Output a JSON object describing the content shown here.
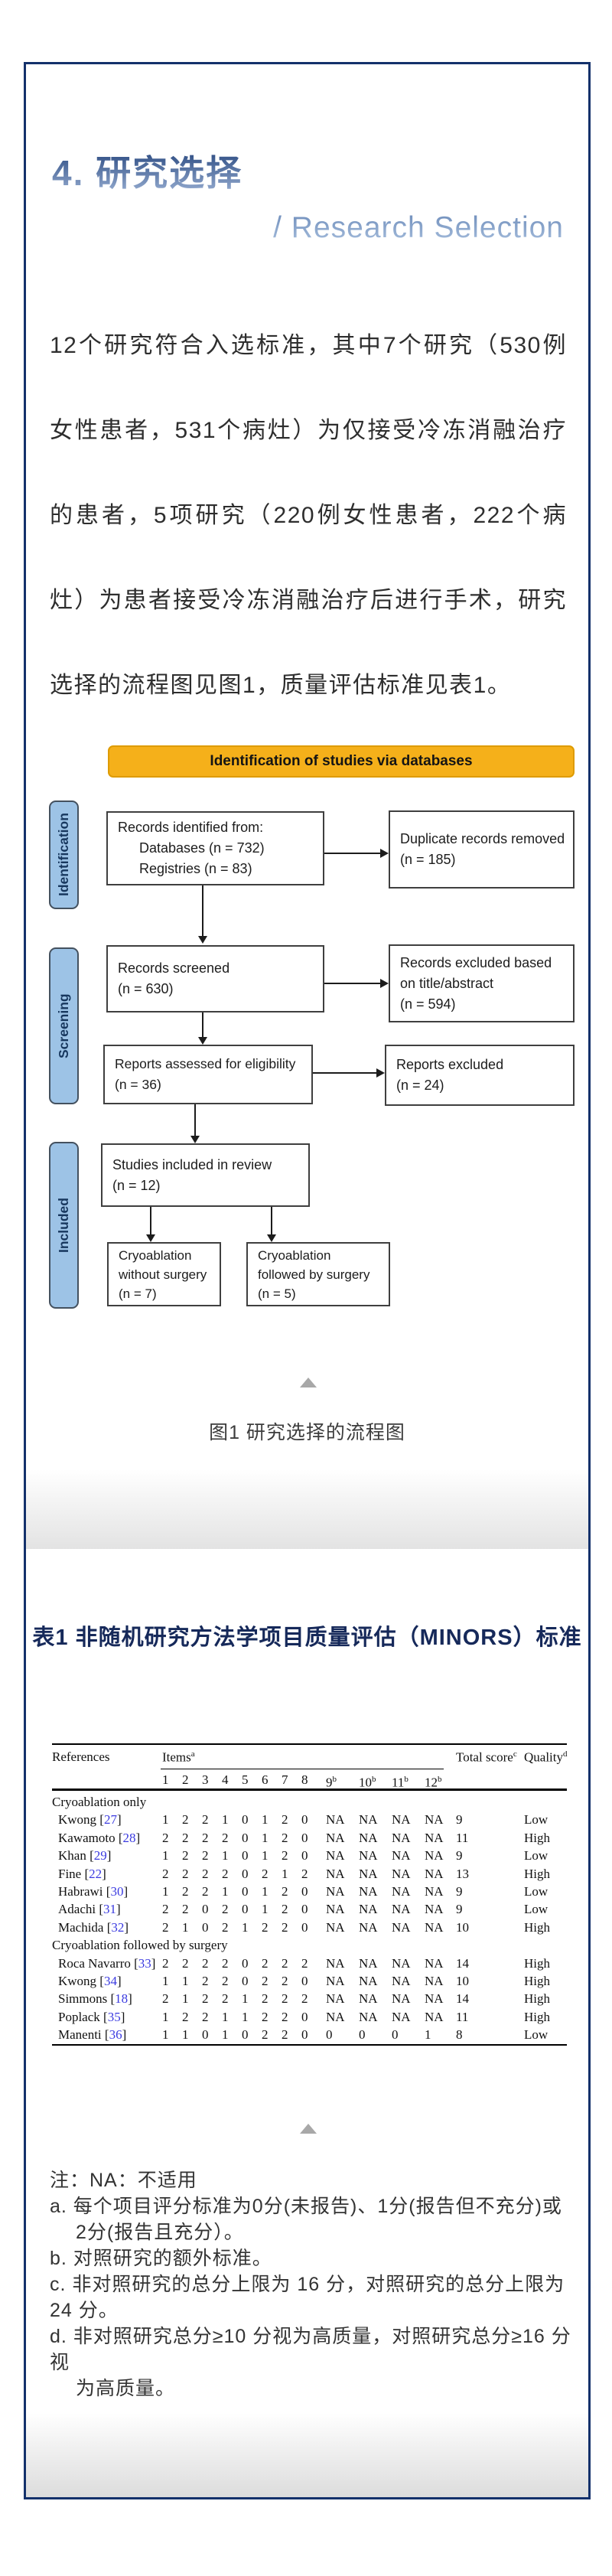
{
  "page": {
    "section_title": "4. 研究选择",
    "section_subtitle": "/ Research Selection",
    "paragraph": "12个研究符合入选标准，其中7个研究（530例女性患者，531个病灶）为仅接受冷冻消融治疗的患者，5项研究（220例女性患者，222个病灶）为患者接受冷冻消融治疗后进行手术，研究选择的流程图见图1，质量评估标准见表1。"
  },
  "colors": {
    "frame_border": "#14316b",
    "title_gradient_top": "#24447c",
    "title_gradient_bottom": "#9db3d6",
    "subtitle_blue": "#7f9cc4",
    "flow_header_bg": "#F5B01A",
    "flow_header_border": "#DE9B00",
    "stage_label_bg": "#9DC3E6",
    "stage_label_text": "#17375E",
    "reference_link_blue": "#3a3ae0",
    "table_title_navy": "#16295a",
    "triangle_gray": "#a8a8a8"
  },
  "flowchart": {
    "header": "Identification of studies via databases",
    "stage_labels": [
      "Identification",
      "Screening",
      "Included"
    ],
    "boxes": {
      "identified": [
        "Records identified from:",
        "Databases (n = 732)",
        "Registries (n = 83)"
      ],
      "duplicates_removed": [
        "Duplicate records removed",
        "(n = 185)"
      ],
      "screened": [
        "Records screened",
        "(n = 630)"
      ],
      "excluded_title_abstract": [
        "Records excluded based",
        "on title/abstract",
        "(n = 594)"
      ],
      "assessed": [
        "Reports assessed for eligibility",
        "(n = 36)"
      ],
      "reports_excluded": [
        "Reports excluded",
        "(n = 24)"
      ],
      "included_in_review": [
        "Studies included in review",
        "(n = 12)"
      ],
      "cryo_without_surgery": [
        "Cryoablation",
        "without surgery",
        "(n = 7)"
      ],
      "cryo_followed_surgery": [
        "Cryoablation",
        "followed by surgery",
        "(n = 5)"
      ]
    },
    "caption": "图1 研究选择的流程图"
  },
  "table": {
    "title": "表1 非随机研究方法学项目质量评估（MINORS）标准",
    "col_references": "References",
    "col_items": {
      "label": "Items",
      "sup": "a"
    },
    "col_total": {
      "label": "Total score",
      "sup": "c"
    },
    "col_quality": {
      "label": "Quality",
      "sup": "d"
    },
    "item_cols": [
      {
        "label": "1",
        "sup": ""
      },
      {
        "label": "2",
        "sup": ""
      },
      {
        "label": "3",
        "sup": ""
      },
      {
        "label": "4",
        "sup": ""
      },
      {
        "label": "5",
        "sup": ""
      },
      {
        "label": "6",
        "sup": ""
      },
      {
        "label": "7",
        "sup": ""
      },
      {
        "label": "8",
        "sup": ""
      },
      {
        "label": "9",
        "sup": "b"
      },
      {
        "label": "10",
        "sup": "b"
      },
      {
        "label": "11",
        "sup": "b"
      },
      {
        "label": "12",
        "sup": "b"
      }
    ],
    "sections": [
      {
        "header": "Cryoablation only",
        "rows": [
          {
            "name": "Kwong",
            "ref": "27",
            "scores": [
              "1",
              "2",
              "2",
              "1",
              "0",
              "1",
              "2",
              "0",
              "NA",
              "NA",
              "NA",
              "NA"
            ],
            "total": "9",
            "quality": "Low"
          },
          {
            "name": "Kawamoto",
            "ref": "28",
            "scores": [
              "2",
              "2",
              "2",
              "2",
              "0",
              "1",
              "2",
              "0",
              "NA",
              "NA",
              "NA",
              "NA"
            ],
            "total": "11",
            "quality": "High"
          },
          {
            "name": "Khan",
            "ref": "29",
            "scores": [
              "1",
              "2",
              "2",
              "1",
              "0",
              "1",
              "2",
              "0",
              "NA",
              "NA",
              "NA",
              "NA"
            ],
            "total": "9",
            "quality": "Low"
          },
          {
            "name": "Fine",
            "ref": "22",
            "scores": [
              "2",
              "2",
              "2",
              "2",
              "0",
              "2",
              "1",
              "2",
              "NA",
              "NA",
              "NA",
              "NA"
            ],
            "total": "13",
            "quality": "High"
          },
          {
            "name": "Habrawi",
            "ref": "30",
            "scores": [
              "1",
              "2",
              "2",
              "1",
              "0",
              "1",
              "2",
              "0",
              "NA",
              "NA",
              "NA",
              "NA"
            ],
            "total": "9",
            "quality": "Low"
          },
          {
            "name": "Adachi",
            "ref": "31",
            "scores": [
              "2",
              "2",
              "0",
              "2",
              "0",
              "1",
              "2",
              "0",
              "NA",
              "NA",
              "NA",
              "NA"
            ],
            "total": "9",
            "quality": "Low"
          },
          {
            "name": "Machida",
            "ref": "32",
            "scores": [
              "2",
              "1",
              "0",
              "2",
              "1",
              "2",
              "2",
              "0",
              "NA",
              "NA",
              "NA",
              "NA"
            ],
            "total": "10",
            "quality": "High"
          }
        ]
      },
      {
        "header": "Cryoablation followed by surgery",
        "rows": [
          {
            "name": "Roca Navarro",
            "ref": "33",
            "scores": [
              "2",
              "2",
              "2",
              "2",
              "0",
              "2",
              "2",
              "2",
              "NA",
              "NA",
              "NA",
              "NA"
            ],
            "total": "14",
            "quality": "High"
          },
          {
            "name": "Kwong",
            "ref": "34",
            "scores": [
              "1",
              "1",
              "2",
              "2",
              "0",
              "2",
              "2",
              "0",
              "NA",
              "NA",
              "NA",
              "NA"
            ],
            "total": "10",
            "quality": "High"
          },
          {
            "name": "Simmons",
            "ref": "18",
            "scores": [
              "2",
              "1",
              "2",
              "2",
              "1",
              "2",
              "2",
              "2",
              "NA",
              "NA",
              "NA",
              "NA"
            ],
            "total": "14",
            "quality": "High"
          },
          {
            "name": "Poplack",
            "ref": "35",
            "scores": [
              "1",
              "2",
              "2",
              "1",
              "1",
              "2",
              "2",
              "0",
              "NA",
              "NA",
              "NA",
              "NA"
            ],
            "total": "11",
            "quality": "High"
          },
          {
            "name": "Manenti",
            "ref": "36",
            "scores": [
              "1",
              "1",
              "0",
              "1",
              "0",
              "2",
              "2",
              "0",
              "0",
              "0",
              "0",
              "1"
            ],
            "total": "8",
            "quality": "Low"
          }
        ]
      }
    ],
    "notes": [
      {
        "text": "注：NA：不适用",
        "indent": false
      },
      {
        "text": "a. 每个项目评分标准为0分(未报告)、1分(报告但不充分)或",
        "indent": false
      },
      {
        "text": "2分(报告且充分）。",
        "indent": true
      },
      {
        "text": "b. 对照研究的额外标准。",
        "indent": false
      },
      {
        "text": "c. 非对照研究的总分上限为 16 分，对照研究的总分上限为 24 分。",
        "indent": false
      },
      {
        "text": "d. 非对照研究总分≥10 分视为高质量，对照研究总分≥16 分视",
        "indent": false
      },
      {
        "text": "为高质量。",
        "indent": true
      }
    ]
  }
}
